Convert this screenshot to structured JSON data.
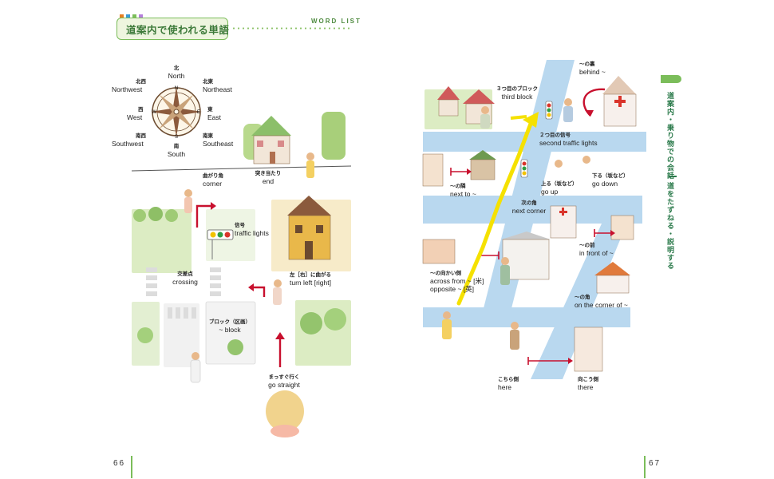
{
  "header": {
    "title": "道案内で使われる単語",
    "word_list": "WORD LIST",
    "square_colors": [
      "#e67e22",
      "#3a9ad9",
      "#7bbd5a",
      "#b57edc"
    ]
  },
  "pages": {
    "left_number": "66",
    "right_number": "67"
  },
  "side_tab": {
    "section": "道案内・乗り物での会話",
    "subsection": "道をたずねる・説明する"
  },
  "compass": {
    "n": "N",
    "s": "S",
    "e": "E",
    "w": "W",
    "north": {
      "jp": "北",
      "en": "North"
    },
    "south": {
      "jp": "南",
      "en": "South"
    },
    "east": {
      "jp": "東",
      "en": "East"
    },
    "west": {
      "jp": "西",
      "en": "West"
    },
    "northeast": {
      "jp": "北東",
      "en": "Northeast"
    },
    "northwest": {
      "jp": "北西",
      "en": "Northwest"
    },
    "southeast": {
      "jp": "南東",
      "en": "Southeast"
    },
    "southwest": {
      "jp": "南西",
      "en": "Southwest"
    }
  },
  "left_terms": {
    "corner": {
      "jp": "曲がり角",
      "en": "corner"
    },
    "end": {
      "jp": "突き当たり",
      "en": "end"
    },
    "traffic_lights": {
      "jp": "信号",
      "en": "traffic lights"
    },
    "crossing": {
      "jp": "交差点",
      "en": "crossing"
    },
    "turn": {
      "jp": "左［右］に曲がる",
      "en": "turn left [right]"
    },
    "block": {
      "jp": "ブロック（区画）",
      "en": "~ block"
    },
    "straight": {
      "jp": "まっすぐ行く",
      "en": "go straight"
    }
  },
  "right_terms": {
    "third_block": {
      "jp": "３つ目のブロック",
      "en": "third block"
    },
    "behind": {
      "jp": "～の裏",
      "en": "behind ~"
    },
    "second_lights": {
      "jp": "２つ目の信号",
      "en": "second traffic lights"
    },
    "next_to": {
      "jp": "～の隣",
      "en": "next to ~"
    },
    "go_up": {
      "jp": "上る（坂など）",
      "en": "go up"
    },
    "go_down": {
      "jp": "下る（坂など）",
      "en": "go down"
    },
    "next_corner": {
      "jp": "次の角",
      "en": "next corner"
    },
    "in_front": {
      "jp": "～の前",
      "en": "in front of ~"
    },
    "opposite": {
      "jp": "～の向かい側",
      "en1": "across from ~ [米]",
      "en2": "opposite ~ [英]"
    },
    "on_corner": {
      "jp": "～の角",
      "en": "on the corner of ~"
    },
    "here": {
      "jp": "こちら側",
      "en": "here"
    },
    "there": {
      "jp": "向こう側",
      "en": "there"
    }
  }
}
